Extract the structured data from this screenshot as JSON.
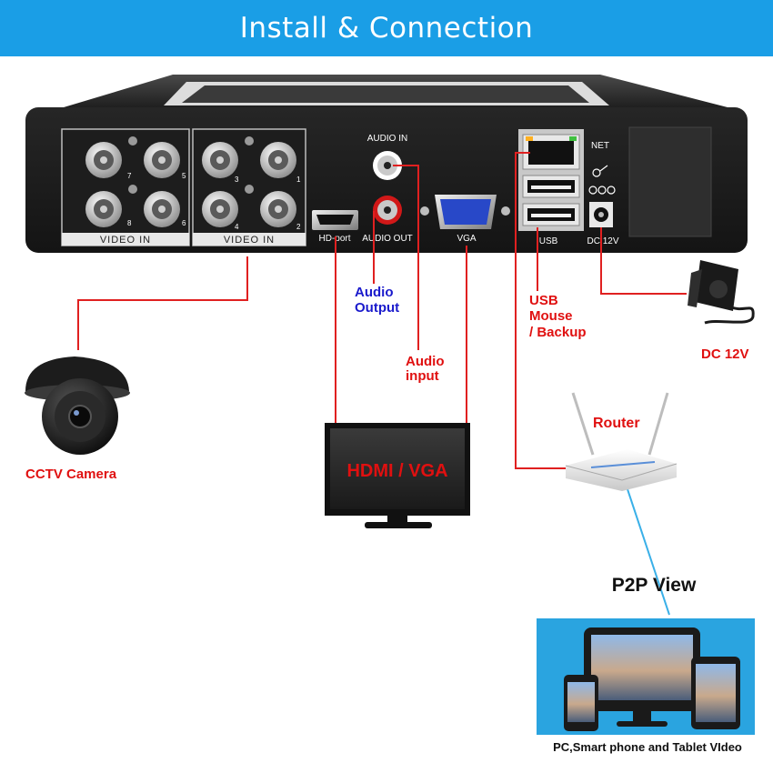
{
  "header": {
    "title": "Install & Connection"
  },
  "dvr": {
    "video_in_label_left": "VIDEO IN",
    "video_in_label_right": "VIDEO IN",
    "channels_left": [
      "7",
      "5",
      "8",
      "6"
    ],
    "channels_right": [
      "3",
      "1",
      "4",
      "2"
    ],
    "hd_port_label": "HD-port",
    "audio_in_label": "AUDIO IN",
    "audio_out_label": "AUDIO OUT",
    "vga_label": "VGA",
    "net_label": "NET",
    "usb_label": "USB",
    "dc_label": "DC 12V"
  },
  "callouts": {
    "audio_output": [
      "Audio",
      "Output"
    ],
    "audio_input": [
      "Audio",
      "input"
    ],
    "usb": [
      "USB",
      "Mouse",
      "/ Backup"
    ],
    "dc": "DC 12V",
    "router": "Router",
    "camera": "CCTV Camera",
    "monitor": "HDMI / VGA",
    "p2p": "P2P View",
    "devices_caption": "PC,Smart phone and Tablet VIdeo"
  },
  "colors": {
    "header_bg": "#1a9ee6",
    "callout_red": "#e01010",
    "callout_blue": "#1a1acc",
    "line_red": "#e02020",
    "line_blue": "#3ab0e8",
    "dvr_body": "#2a2a2a"
  }
}
